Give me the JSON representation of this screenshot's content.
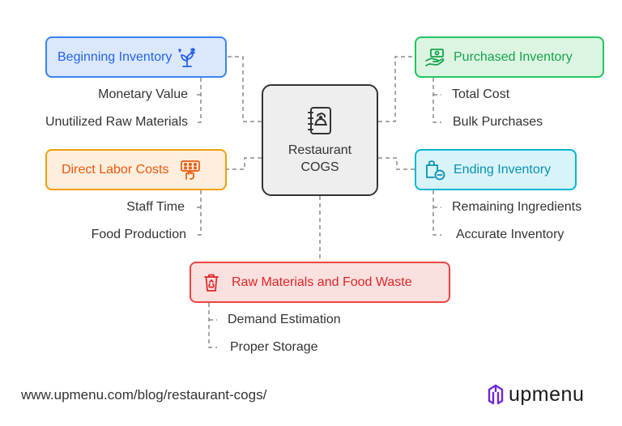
{
  "center": {
    "title": "Restaurant COGS",
    "icon": "notebook-cloche-icon"
  },
  "nodes": {
    "beginning_inventory": {
      "label": "Beginning Inventory",
      "icon": "money-plant-icon",
      "color": "#3b82f6",
      "fill": "#dbe7fb",
      "leaves": [
        "Monetary Value",
        "Unutilized Raw Materials"
      ]
    },
    "purchased_inventory": {
      "label": "Purchased Inventory",
      "icon": "hand-cash-icon",
      "color": "#22c55e",
      "fill": "#dcf5e3",
      "leaves": [
        "Total Cost",
        "Bulk Purchases"
      ]
    },
    "direct_labor_costs": {
      "label": "Direct Labor Costs",
      "icon": "hand-grid-icon",
      "color": "#f59e0b",
      "fill": "#fdeedd",
      "leaves": [
        "Staff Time",
        "Food Production"
      ]
    },
    "ending_inventory": {
      "label": "Ending Inventory",
      "icon": "bag-minus-icon",
      "color": "#06b6d4",
      "fill": "#d8f3f9",
      "leaves": [
        "Remaining Ingredients",
        "Accurate Inventory"
      ]
    },
    "raw_materials_waste": {
      "label": "Raw Materials and Food Waste",
      "icon": "recycle-bin-icon",
      "color": "#ef4444",
      "fill": "#fbe0e0",
      "leaves": [
        "Demand Estimation",
        "Proper Storage"
      ]
    }
  },
  "footer": {
    "url": "www.upmenu.com/blog/restaurant-cogs/",
    "brand_name": "upmenu",
    "brand_icon": "upmenu-logo-icon",
    "brand_color": "#6d28d9"
  },
  "connector_color": "#888888"
}
